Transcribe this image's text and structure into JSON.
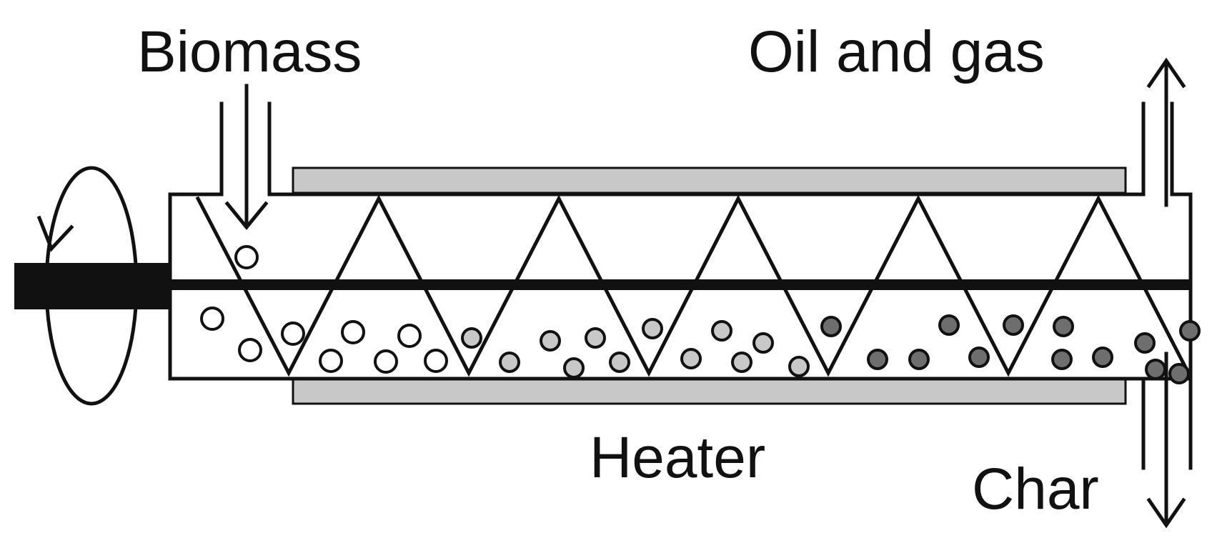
{
  "labels": {
    "biomass": "Biomass",
    "oil_and_gas": "Oil and gas",
    "heater": "Heater",
    "char": "Char"
  },
  "colors": {
    "line": "#111111",
    "heater_fill": "#c8c8c8",
    "particle_fresh": "#ffffff",
    "particle_mid": "#c8c8c8",
    "particle_char": "#6e6e6e"
  },
  "icons": {
    "rotation": "rotation-arrow-icon",
    "feed": "down-arrow-icon",
    "gas_out": "up-arrow-icon",
    "char_out": "down-arrow-icon"
  }
}
